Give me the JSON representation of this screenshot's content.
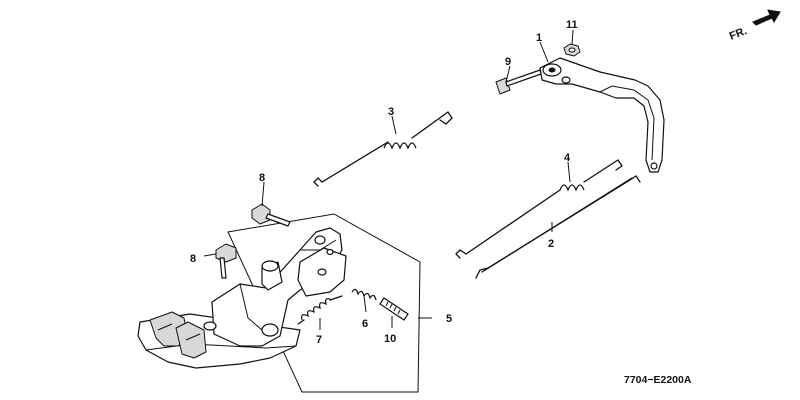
{
  "diagram": {
    "direction_label": "FR.",
    "drawing_code": "7704−E2200A",
    "callouts": [
      "1",
      "2",
      "3",
      "4",
      "5",
      "6",
      "7",
      "8",
      "8",
      "9",
      "10",
      "11"
    ]
  }
}
